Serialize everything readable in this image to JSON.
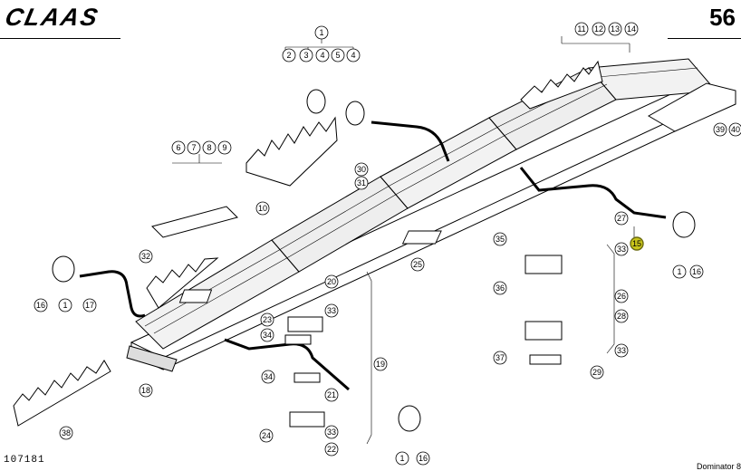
{
  "header": {
    "brand": "CLAAS",
    "page_number": "56"
  },
  "footer": {
    "drawing_code": "107181",
    "model_partial": "Dominator 8"
  },
  "callouts": [
    {
      "id": "c1a",
      "label": "1"
    },
    {
      "id": "c2",
      "label": "2"
    },
    {
      "id": "c3",
      "label": "3"
    },
    {
      "id": "c4a",
      "label": "4"
    },
    {
      "id": "c5",
      "label": "5"
    },
    {
      "id": "c4b",
      "label": "4"
    },
    {
      "id": "c6",
      "label": "6"
    },
    {
      "id": "c7",
      "label": "7"
    },
    {
      "id": "c8",
      "label": "8"
    },
    {
      "id": "c9",
      "label": "9"
    },
    {
      "id": "c10",
      "label": "10"
    },
    {
      "id": "c11",
      "label": "11"
    },
    {
      "id": "c12",
      "label": "12"
    },
    {
      "id": "c13",
      "label": "13"
    },
    {
      "id": "c14",
      "label": "14"
    },
    {
      "id": "c15",
      "label": "15"
    },
    {
      "id": "c16a",
      "label": "16"
    },
    {
      "id": "c1b",
      "label": "1"
    },
    {
      "id": "c17",
      "label": "17"
    },
    {
      "id": "c18",
      "label": "18"
    },
    {
      "id": "c19",
      "label": "19"
    },
    {
      "id": "c20",
      "label": "20"
    },
    {
      "id": "c21",
      "label": "21"
    },
    {
      "id": "c22",
      "label": "22"
    },
    {
      "id": "c23",
      "label": "23"
    },
    {
      "id": "c24",
      "label": "24"
    },
    {
      "id": "c25",
      "label": "25"
    },
    {
      "id": "c26",
      "label": "26"
    },
    {
      "id": "c27",
      "label": "27"
    },
    {
      "id": "c28",
      "label": "28"
    },
    {
      "id": "c29",
      "label": "29"
    },
    {
      "id": "c30",
      "label": "30"
    },
    {
      "id": "c31",
      "label": "31"
    },
    {
      "id": "c32",
      "label": "32"
    },
    {
      "id": "c33a",
      "label": "33"
    },
    {
      "id": "c33b",
      "label": "33"
    },
    {
      "id": "c33c",
      "label": "33"
    },
    {
      "id": "c33d",
      "label": "33"
    },
    {
      "id": "c34a",
      "label": "34"
    },
    {
      "id": "c34b",
      "label": "34"
    },
    {
      "id": "c35",
      "label": "35"
    },
    {
      "id": "c36",
      "label": "36"
    },
    {
      "id": "c37",
      "label": "37"
    },
    {
      "id": "c38",
      "label": "38"
    },
    {
      "id": "c39",
      "label": "39"
    },
    {
      "id": "c40",
      "label": "40"
    },
    {
      "id": "c1c",
      "label": "1"
    },
    {
      "id": "c16b",
      "label": "16"
    },
    {
      "id": "c1d",
      "label": "1"
    },
    {
      "id": "c16c",
      "label": "16"
    }
  ],
  "highlight": {
    "callout": "15",
    "color": "#c8c41a"
  },
  "colors": {
    "ink": "#000000",
    "paper": "#ffffff"
  }
}
